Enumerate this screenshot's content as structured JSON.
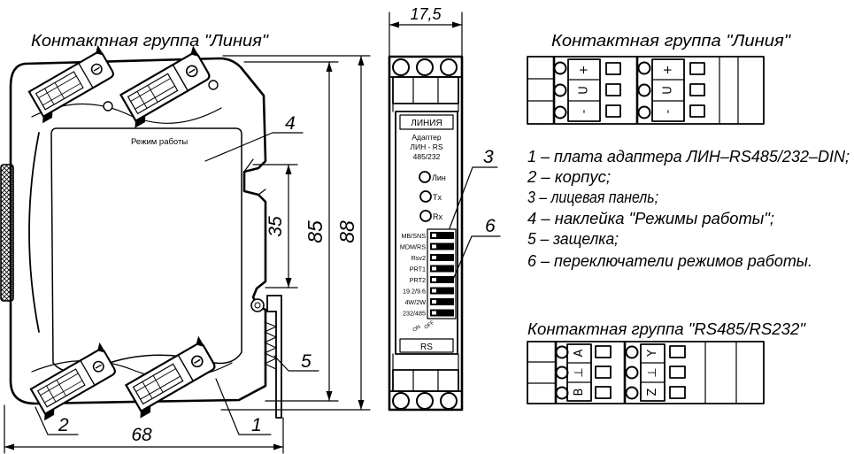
{
  "side_view": {
    "title": "Контактная группа \"Линия\"",
    "sticker_label": "Режим работы",
    "dimensions": {
      "din_rail": "35",
      "body_height": "85",
      "total_height": "88",
      "width": "68"
    },
    "callouts": {
      "board": "1",
      "housing": "2",
      "sticker": "4",
      "latch": "5"
    }
  },
  "front_view": {
    "width_dimension": "17,5",
    "panel_title": "ЛИНИЯ",
    "device_name": [
      "Адаптер",
      "ЛИН - RS",
      "485/232"
    ],
    "leds": [
      "Лин",
      "Tx",
      "Rx"
    ],
    "switches": [
      "MB/SNS",
      "MDM/RS",
      "Rsv2",
      "PRT1",
      "PRT2",
      "19.2/9.6",
      "4W/2W",
      "232/485"
    ],
    "switch_positions": [
      "ON",
      "OFF"
    ],
    "port_label": "RS",
    "callouts": {
      "front_panel": "3",
      "switches": "6"
    }
  },
  "line_terminal": {
    "title": "Контактная группа \"Линия\"",
    "groups": [
      {
        "pins": [
          "+",
          "U",
          "-"
        ]
      },
      {
        "pins": [
          "+",
          "U",
          "-"
        ]
      }
    ]
  },
  "legend": [
    "1 – плата адаптера ЛИН–RS485/232–DIN;",
    "2 – корпус;",
    "3 – лицевая панель;",
    "4 – наклейка \"Режимы работы\";",
    "5 – защелка;",
    "6 – переключатели режимов работы."
  ],
  "rs_terminal": {
    "title": "Контактная группа \"RS485/RS232\"",
    "groups": [
      {
        "pins": [
          "A",
          "⊥",
          "B"
        ]
      },
      {
        "pins": [
          "Y",
          "⊥",
          "Z"
        ]
      }
    ]
  }
}
